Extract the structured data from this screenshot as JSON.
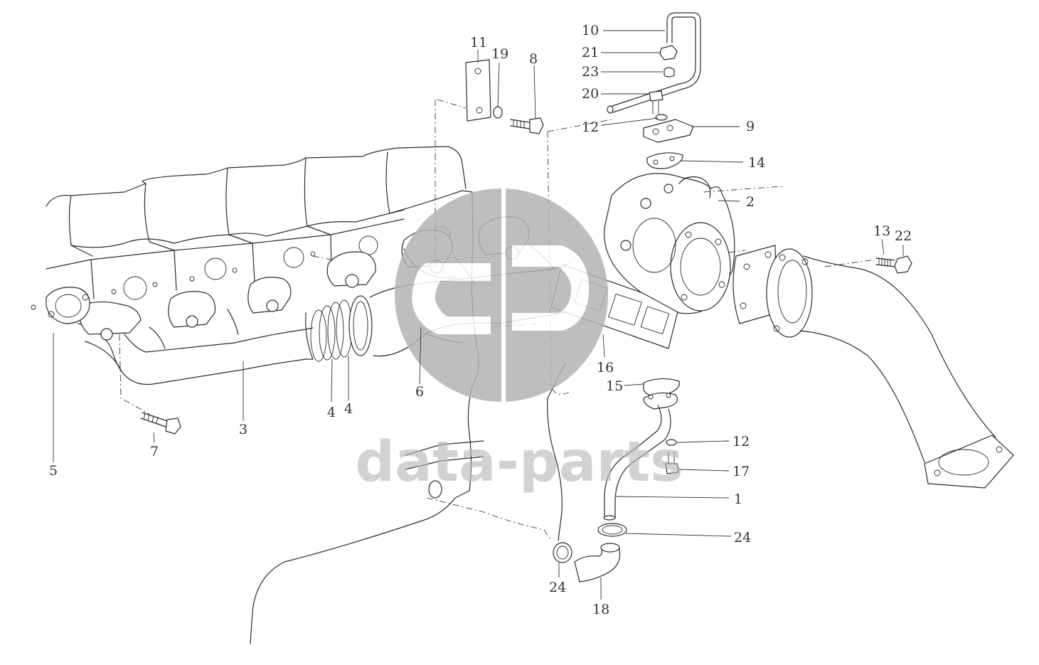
{
  "watermark": {
    "brand_text": "data-parts",
    "color": "#b3b3b3"
  },
  "callouts": [
    {
      "id": "c10",
      "label": "10"
    },
    {
      "id": "c21",
      "label": "21"
    },
    {
      "id": "c23",
      "label": "23"
    },
    {
      "id": "c20",
      "label": "20"
    },
    {
      "id": "c12a",
      "label": "12"
    },
    {
      "id": "c9",
      "label": "9"
    },
    {
      "id": "c14",
      "label": "14"
    },
    {
      "id": "c2",
      "label": "2"
    },
    {
      "id": "c11",
      "label": "11"
    },
    {
      "id": "c19",
      "label": "19"
    },
    {
      "id": "c8",
      "label": "8"
    },
    {
      "id": "c13",
      "label": "13"
    },
    {
      "id": "c22",
      "label": "22"
    },
    {
      "id": "c16",
      "label": "16"
    },
    {
      "id": "c15",
      "label": "15"
    },
    {
      "id": "c12b",
      "label": "12"
    },
    {
      "id": "c17",
      "label": "17"
    },
    {
      "id": "c1",
      "label": "1"
    },
    {
      "id": "c24a",
      "label": "24"
    },
    {
      "id": "c24b",
      "label": "24"
    },
    {
      "id": "c18",
      "label": "18"
    },
    {
      "id": "c5",
      "label": "5"
    },
    {
      "id": "c7",
      "label": "7"
    },
    {
      "id": "c3",
      "label": "3"
    },
    {
      "id": "c4a",
      "label": "4"
    },
    {
      "id": "c4b",
      "label": "4"
    },
    {
      "id": "c6",
      "label": "6"
    }
  ]
}
